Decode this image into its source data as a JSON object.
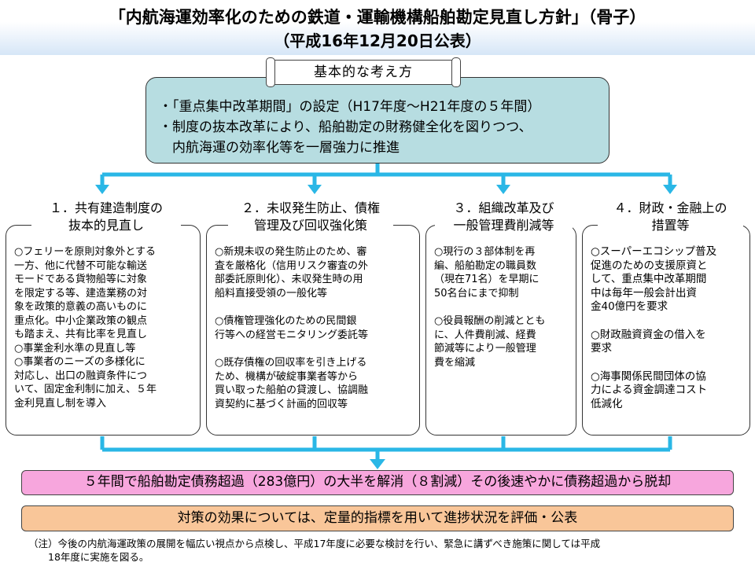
{
  "header": {
    "title": "「内航海運効率化のための鉄道・運輸機構船舶勘定見直し方針」（骨子）",
    "subtitle": "（平成16年12月20日公表）"
  },
  "basic": {
    "heading": "基本的な考え方",
    "lines": [
      "・「重点集中改革期間」の設定（H17年度〜H21年度の５年間）",
      "・制度の抜本改革により、船舶勘定の財務健全化を図りつつ、",
      "　内航海運の効率化等を一層強力に推進"
    ]
  },
  "columns": [
    {
      "title_lines": [
        "１．共有建造制度の",
        "抜本的見直し"
      ],
      "items": [
        [
          "○フェリーを原則対象外とする",
          "一方、他に代替不可能な輸送",
          "モードである貨物船等に対象",
          "を限定する等、建造業務の対",
          "象を政策的意義の高いものに",
          "重点化。中小企業政策の観点",
          "も踏まえ、共有比率を見直し"
        ],
        [
          "○事業金利水準の見直し等"
        ],
        [
          "○事業者のニーズの多様化に",
          "対応し、出口の融資条件につ",
          "いて、固定金利制に加え、５年",
          "金利見直し制を導入"
        ]
      ]
    },
    {
      "title_lines": [
        "２．未収発生防止、債権",
        "管理及び回収強化策"
      ],
      "items": [
        [
          "○新規未収の発生防止のため、審",
          "査を厳格化（信用リスク審査の外",
          "部委託原則化）、未収発生時の用",
          "船料直接受領の一般化等"
        ],
        [
          "○債権管理強化のための民間銀",
          "行等への経営モニタリング委託等"
        ],
        [
          "○既存債権の回収率を引き上げる",
          "ため、機構が破綻事業者等から",
          "買い取った船舶の貸渡し、協調融",
          "資契約に基づく計画的回収等"
        ]
      ]
    },
    {
      "title_lines": [
        "３．組織改革及び",
        "一般管理費削減等"
      ],
      "items": [
        [
          "○現行の３部体制を再",
          "編、船舶勘定の職員数",
          "（現在71名）を早期に",
          "50名台にまで抑制"
        ],
        [
          "○役員報酬の削減ととも",
          "に、人件費削減、経費",
          "節減等により一般管理",
          "費を縮減"
        ]
      ]
    },
    {
      "title_lines": [
        "４．財政・金融上の",
        "措置等"
      ],
      "items": [
        [
          "○スーパーエコシップ普及",
          "促進のための支援原資と",
          "して、重点集中改革期間",
          "中は毎年一般会計出資",
          "金40億円を要求"
        ],
        [
          "○財政融資資金の借入を",
          "要求"
        ],
        [
          "○海事関係民間団体の協",
          "力による資金調達コスト",
          "低減化"
        ]
      ]
    }
  ],
  "result": "５年間で船舶勘定債務超過（283億円）の大半を解消（８割減）その後速やかに債務超過から脱却",
  "evaluation": "対策の効果については、定量的指標を用いて進捗状況を評価・公表",
  "note_lines": [
    "（注）今後の内航海運政策の展開を幅広い視点から点検し、平成17年度に必要な検討を行い、緊急に講ずべき施策に関しては平成",
    "　　18年度に実施を図る。"
  ],
  "colors": {
    "basic_fill": "#b7dde1",
    "arrow": "#2ab7e6",
    "result_fill": "#f7a6dd",
    "evaluation_fill": "#f9c699"
  }
}
